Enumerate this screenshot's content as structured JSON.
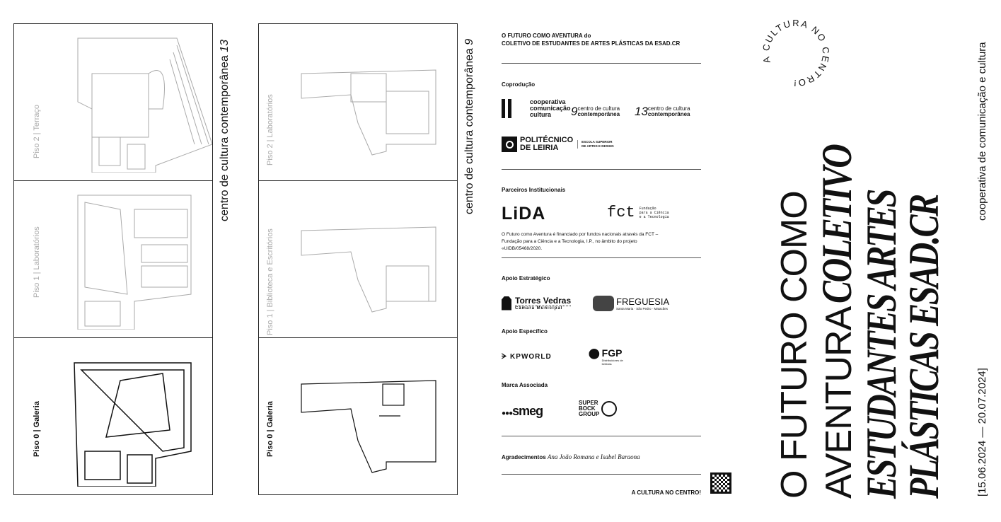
{
  "columns": [
    {
      "side_label": "centro de cultura contemporânea",
      "side_number": "13",
      "panels": [
        {
          "label": "Piso 2 | Terraço",
          "active": false
        },
        {
          "label": "Piso 1 | Laboratórios",
          "active": false
        },
        {
          "label": "Piso 0 | Galeria",
          "active": true
        }
      ]
    },
    {
      "side_label": "centro de cultura contemporânea",
      "side_number": "9",
      "panels": [
        {
          "label": "Piso 2 | Laboratórios",
          "active": false
        },
        {
          "label": "Piso 1 | Biblioteca e Escritórios",
          "active": false
        },
        {
          "label": "Piso 0 | Galeria",
          "active": true
        }
      ]
    }
  ],
  "credits": {
    "intro_line1": "O FUTURO COMO AVENTURA do",
    "intro_line2": "COLETIVO DE ESTUDANTES DE ARTES PLÁSTICAS DA ESAD.CR",
    "coproducao": "Coprodução",
    "logos_coproducao": {
      "coop1": "cooperativa",
      "coop2": "comunicação",
      "coop3": "cultura",
      "ccc9_num": "9",
      "ccc13_num": "13",
      "ccc_l1": "centro de cultura",
      "ccc_l2": "contemporânea",
      "poli1": "POLITÉCNICO",
      "poli2": "DE LEIRIA",
      "esad1": "ESCOLA SUPERIOR",
      "esad2": "DE ARTES E DESIGN"
    },
    "parceiros": "Parceiros Institucionais",
    "logos_parceiros": {
      "lida": "LiDA",
      "fct": "fct",
      "fct_desc1": "Fundação",
      "fct_desc2": "para a Ciência",
      "fct_desc3": "e a Tecnologia"
    },
    "funding": "O Futuro como Aventura é financiado por fundos nacionais através da FCT – Fundação para a Ciência e a Tecnologia, I.P., no âmbito do projeto «UIDB/05468/2020.",
    "apoio_estrategico": "Apoio Estratégico",
    "logos_estrategico": {
      "tv1": "Torres Vedras",
      "tv2": "Câmara Municipal",
      "freg1": "FREGUESIA",
      "freg2": "Santa Maria · São Pedro · Matacães"
    },
    "apoio_especifico": "Apoio Específico",
    "logos_especifico": {
      "kp": "KPWORLD",
      "fgp": "FGP",
      "fgp_desc": "Distribuidores de bebidas"
    },
    "marca": "Marca Associada",
    "logos_marca": {
      "smeg": "smeg",
      "sb1": "SUPER",
      "sb2": "BOCK",
      "sb3": "GROUP"
    },
    "agradecimentos_label": "Agradecimentos",
    "agradecimentos_names": "Ana João Romana e Isabel Baraona",
    "footer": "A CULTURA NO CENTRO!"
  },
  "cover": {
    "circle_text": "A CULTURA NO CENTRO!",
    "line1": "O FUTURO COMO",
    "line2_sans": "AVENTURA",
    "line2_serif": "COLETIVO",
    "line3": "ESTUDANTES ARTES",
    "line4": "PLÁSTICAS ESAD.CR",
    "dates": "[15.06.2024 — 20.07.2024]",
    "org": "cooperativa de comunicação e cultura"
  }
}
